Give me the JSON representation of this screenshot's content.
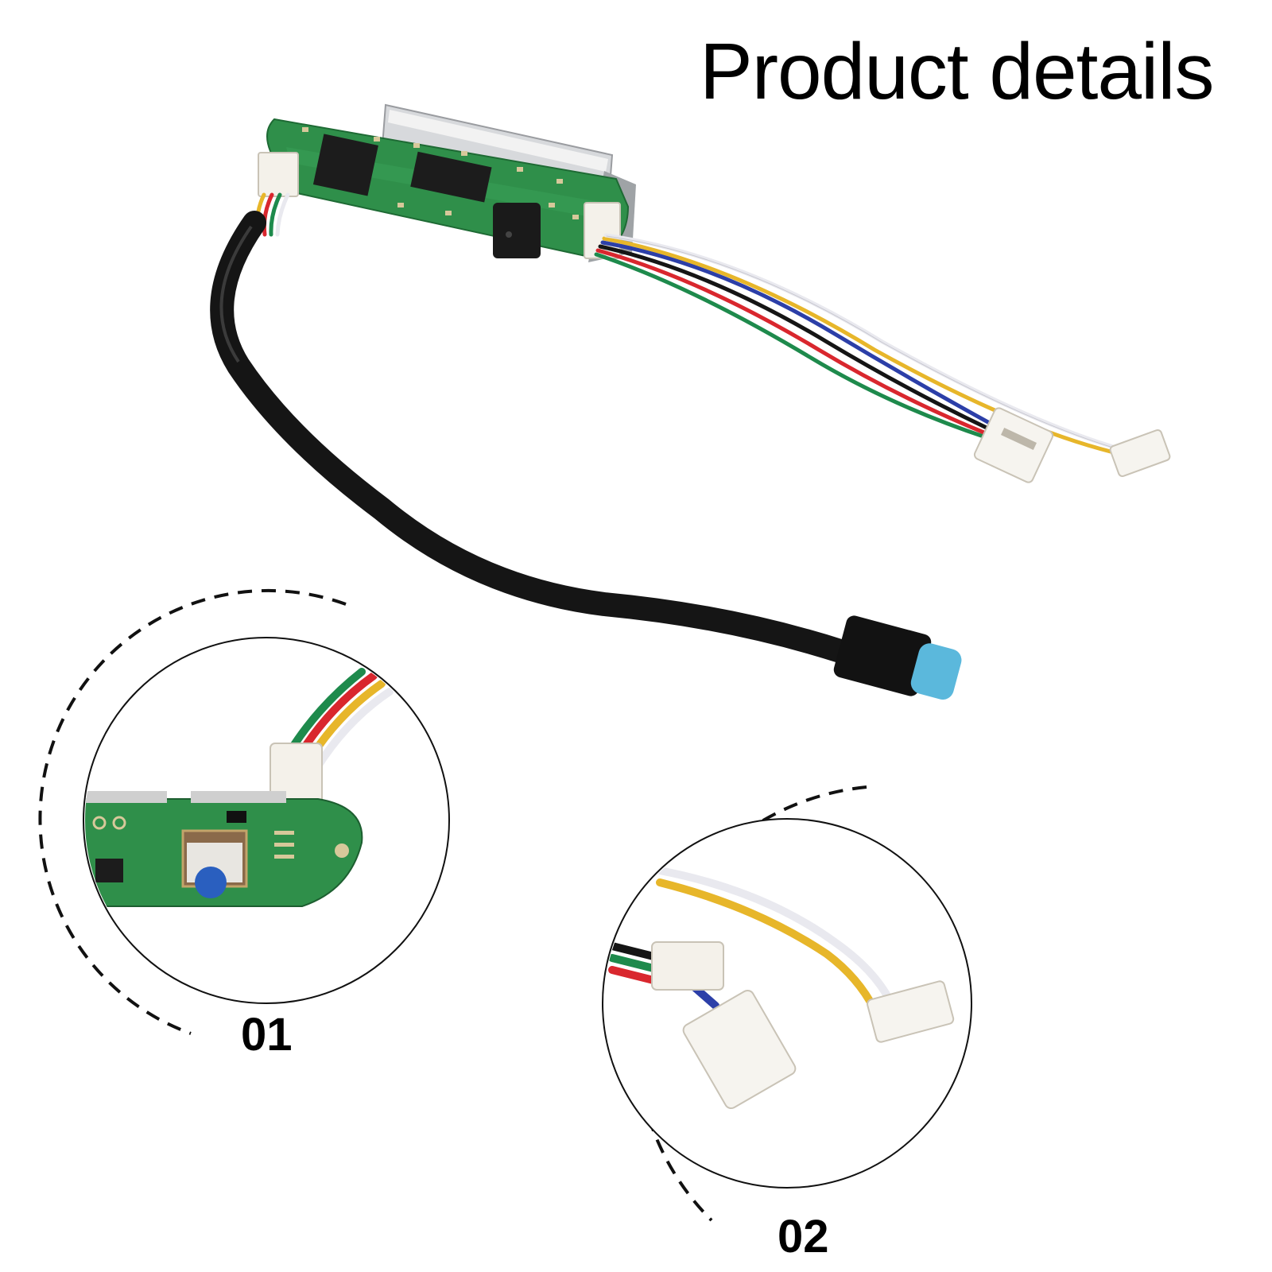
{
  "header": {
    "title": "Product details"
  },
  "callouts": [
    {
      "label": "01"
    },
    {
      "label": "02"
    }
  ],
  "colors": {
    "pcb_green": "#2f8f4a",
    "cable_black": "#151515",
    "connector_blue": "#5bb8dc",
    "wire_red": "#d9272e",
    "wire_yellow": "#e7b62a",
    "wire_blue": "#2c3fa8",
    "wire_green": "#1e8a4c",
    "wire_white": "#e9e9ef"
  },
  "icons": [
    "dashboard-board-image",
    "detail-circle-01-image",
    "detail-circle-02-image"
  ]
}
